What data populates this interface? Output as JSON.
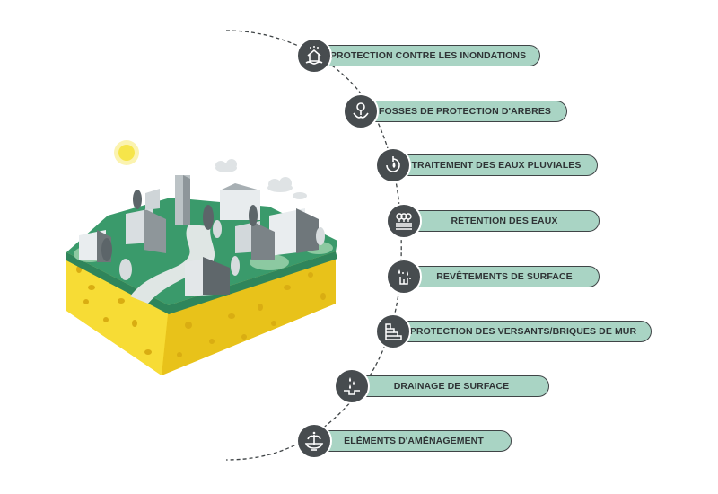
{
  "colors": {
    "pill_fill": "#a9d4c4",
    "pill_border": "#3f4446",
    "badge_fill": "#474c4f",
    "sponge_yellow": "#f4d21f",
    "grass_green": "#3a9a6b",
    "sun": "#f6e54a"
  },
  "items": [
    {
      "label": "PROTECTION CONTRE LES INONDATIONS",
      "icon": "flood-house-icon"
    },
    {
      "label": "FOSSES DE PROTECTION D'ARBRES",
      "icon": "tree-hand-icon"
    },
    {
      "label": "TRAITEMENT DES EAUX PLUVIALES",
      "icon": "water-cycle-icon"
    },
    {
      "label": "RÉTENTION DES EAUX",
      "icon": "tree-retention-icon"
    },
    {
      "label": "REVÊTEMENTS DE SURFACE",
      "icon": "rain-surface-icon"
    },
    {
      "label": "PROTECTION DES VERSANTS/BRIQUES DE MUR",
      "icon": "stairs-wall-icon"
    },
    {
      "label": "DRAINAGE DE SURFACE",
      "icon": "drain-drops-icon"
    },
    {
      "label": "ELÉMENTS D'AMÉNAGEMENT",
      "icon": "fountain-icon"
    }
  ]
}
